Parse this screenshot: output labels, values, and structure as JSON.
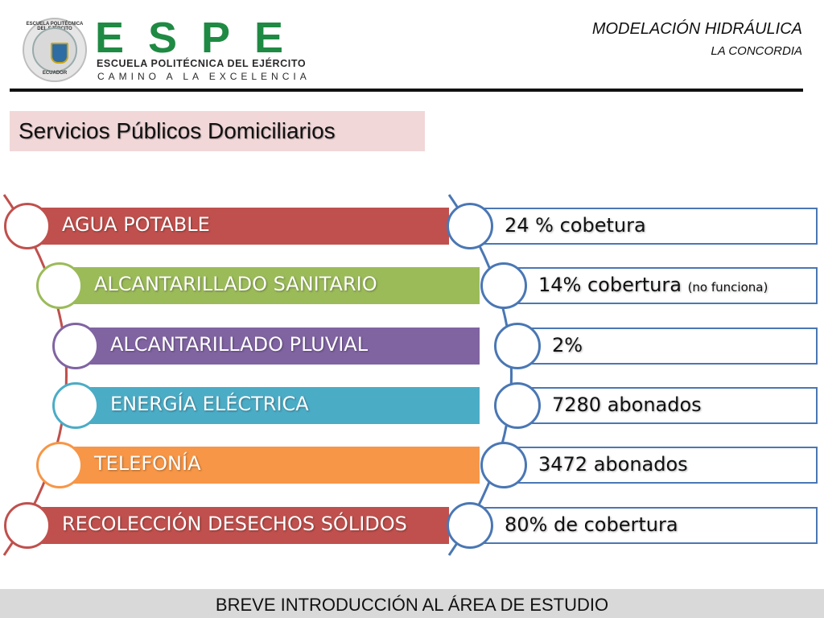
{
  "header": {
    "seal_top": "ESCUELA POLITÉCNICA DEL EJÉRCITO",
    "seal_bottom": "ECUADOR",
    "logo_letters": "ESPE",
    "logo_name": "ESCUELA POLITÉCNICA DEL EJÉRCITO",
    "logo_tagline": "CAMINO A LA EXCELENCIA",
    "title": "MODELACIÓN HIDRÁULICA",
    "subtitle": "LA CONCORDIA"
  },
  "slide": {
    "title": "Servicios Públicos Domiciliarios"
  },
  "services": [
    {
      "name": "AGUA POTABLE",
      "value": "24 % cobetura",
      "note": "",
      "color": "#c0504d"
    },
    {
      "name": "ALCANTARILLADO SANITARIO",
      "value": "14% cobertura",
      "note": "(no funciona)",
      "color": "#9bbb59"
    },
    {
      "name": "ALCANTARILLADO PLUVIAL",
      "value": "2%",
      "note": "",
      "color": "#8064a2"
    },
    {
      "name": "ENERGÍA ELÉCTRICA",
      "value": "7280 abonados",
      "note": "",
      "color": "#4bacc6"
    },
    {
      "name": "TELEFONÍA",
      "value": "3472 abonados",
      "note": "",
      "color": "#f79646"
    },
    {
      "name": "RECOLECCIÓN DESECHOS SÓLIDOS",
      "value": "80% de cobertura",
      "note": "",
      "color": "#c0504d"
    }
  ],
  "colors": {
    "accent_green": "#1f8a43",
    "border_blue": "#4a77b4",
    "title_bg": "#f1d7d8",
    "footer_bg": "#d9d9d9"
  },
  "footer": {
    "text": "BREVE INTRODUCCIÓN AL ÁREA DE ESTUDIO"
  }
}
